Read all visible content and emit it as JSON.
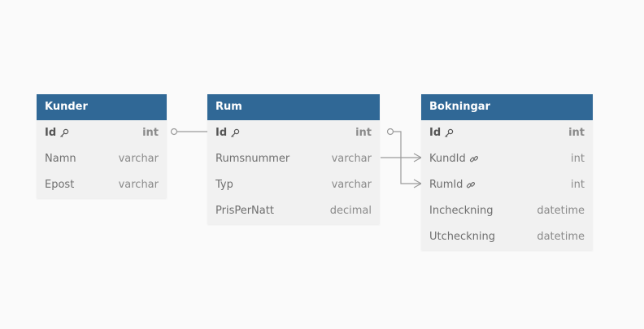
{
  "tables": [
    {
      "id": "kunder",
      "name": "Kunder",
      "columns": [
        {
          "name": "Id",
          "type": "int",
          "pk": true,
          "icon": "key-icon"
        },
        {
          "name": "Namn",
          "type": "varchar"
        },
        {
          "name": "Epost",
          "type": "varchar"
        }
      ]
    },
    {
      "id": "rum",
      "name": "Rum",
      "columns": [
        {
          "name": "Id",
          "type": "int",
          "pk": true,
          "icon": "key-icon"
        },
        {
          "name": "Rumsnummer",
          "type": "varchar"
        },
        {
          "name": "Typ",
          "type": "varchar"
        },
        {
          "name": "PrisPerNatt",
          "type": "decimal"
        }
      ]
    },
    {
      "id": "bokningar",
      "name": "Bokningar",
      "columns": [
        {
          "name": "Id",
          "type": "int",
          "pk": true,
          "icon": "key-icon"
        },
        {
          "name": "KundId",
          "type": "int",
          "fk": true,
          "icon": "link-icon"
        },
        {
          "name": "RumId",
          "type": "int",
          "fk": true,
          "icon": "link-icon"
        },
        {
          "name": "Incheckning",
          "type": "datetime"
        },
        {
          "name": "Utcheckning",
          "type": "datetime"
        }
      ]
    }
  ],
  "relationships": [
    {
      "from": "kunder.Id",
      "to": "bokningar.KundId",
      "cardinality": "one-to-many"
    },
    {
      "from": "rum.Id",
      "to": "bokningar.RumId",
      "cardinality": "one-to-many"
    }
  ],
  "colors": {
    "header": "#306896",
    "header_text": "#ffffff",
    "body": "#f1f1f1",
    "background": "#fafafa",
    "connector": "#9a9a9a"
  }
}
